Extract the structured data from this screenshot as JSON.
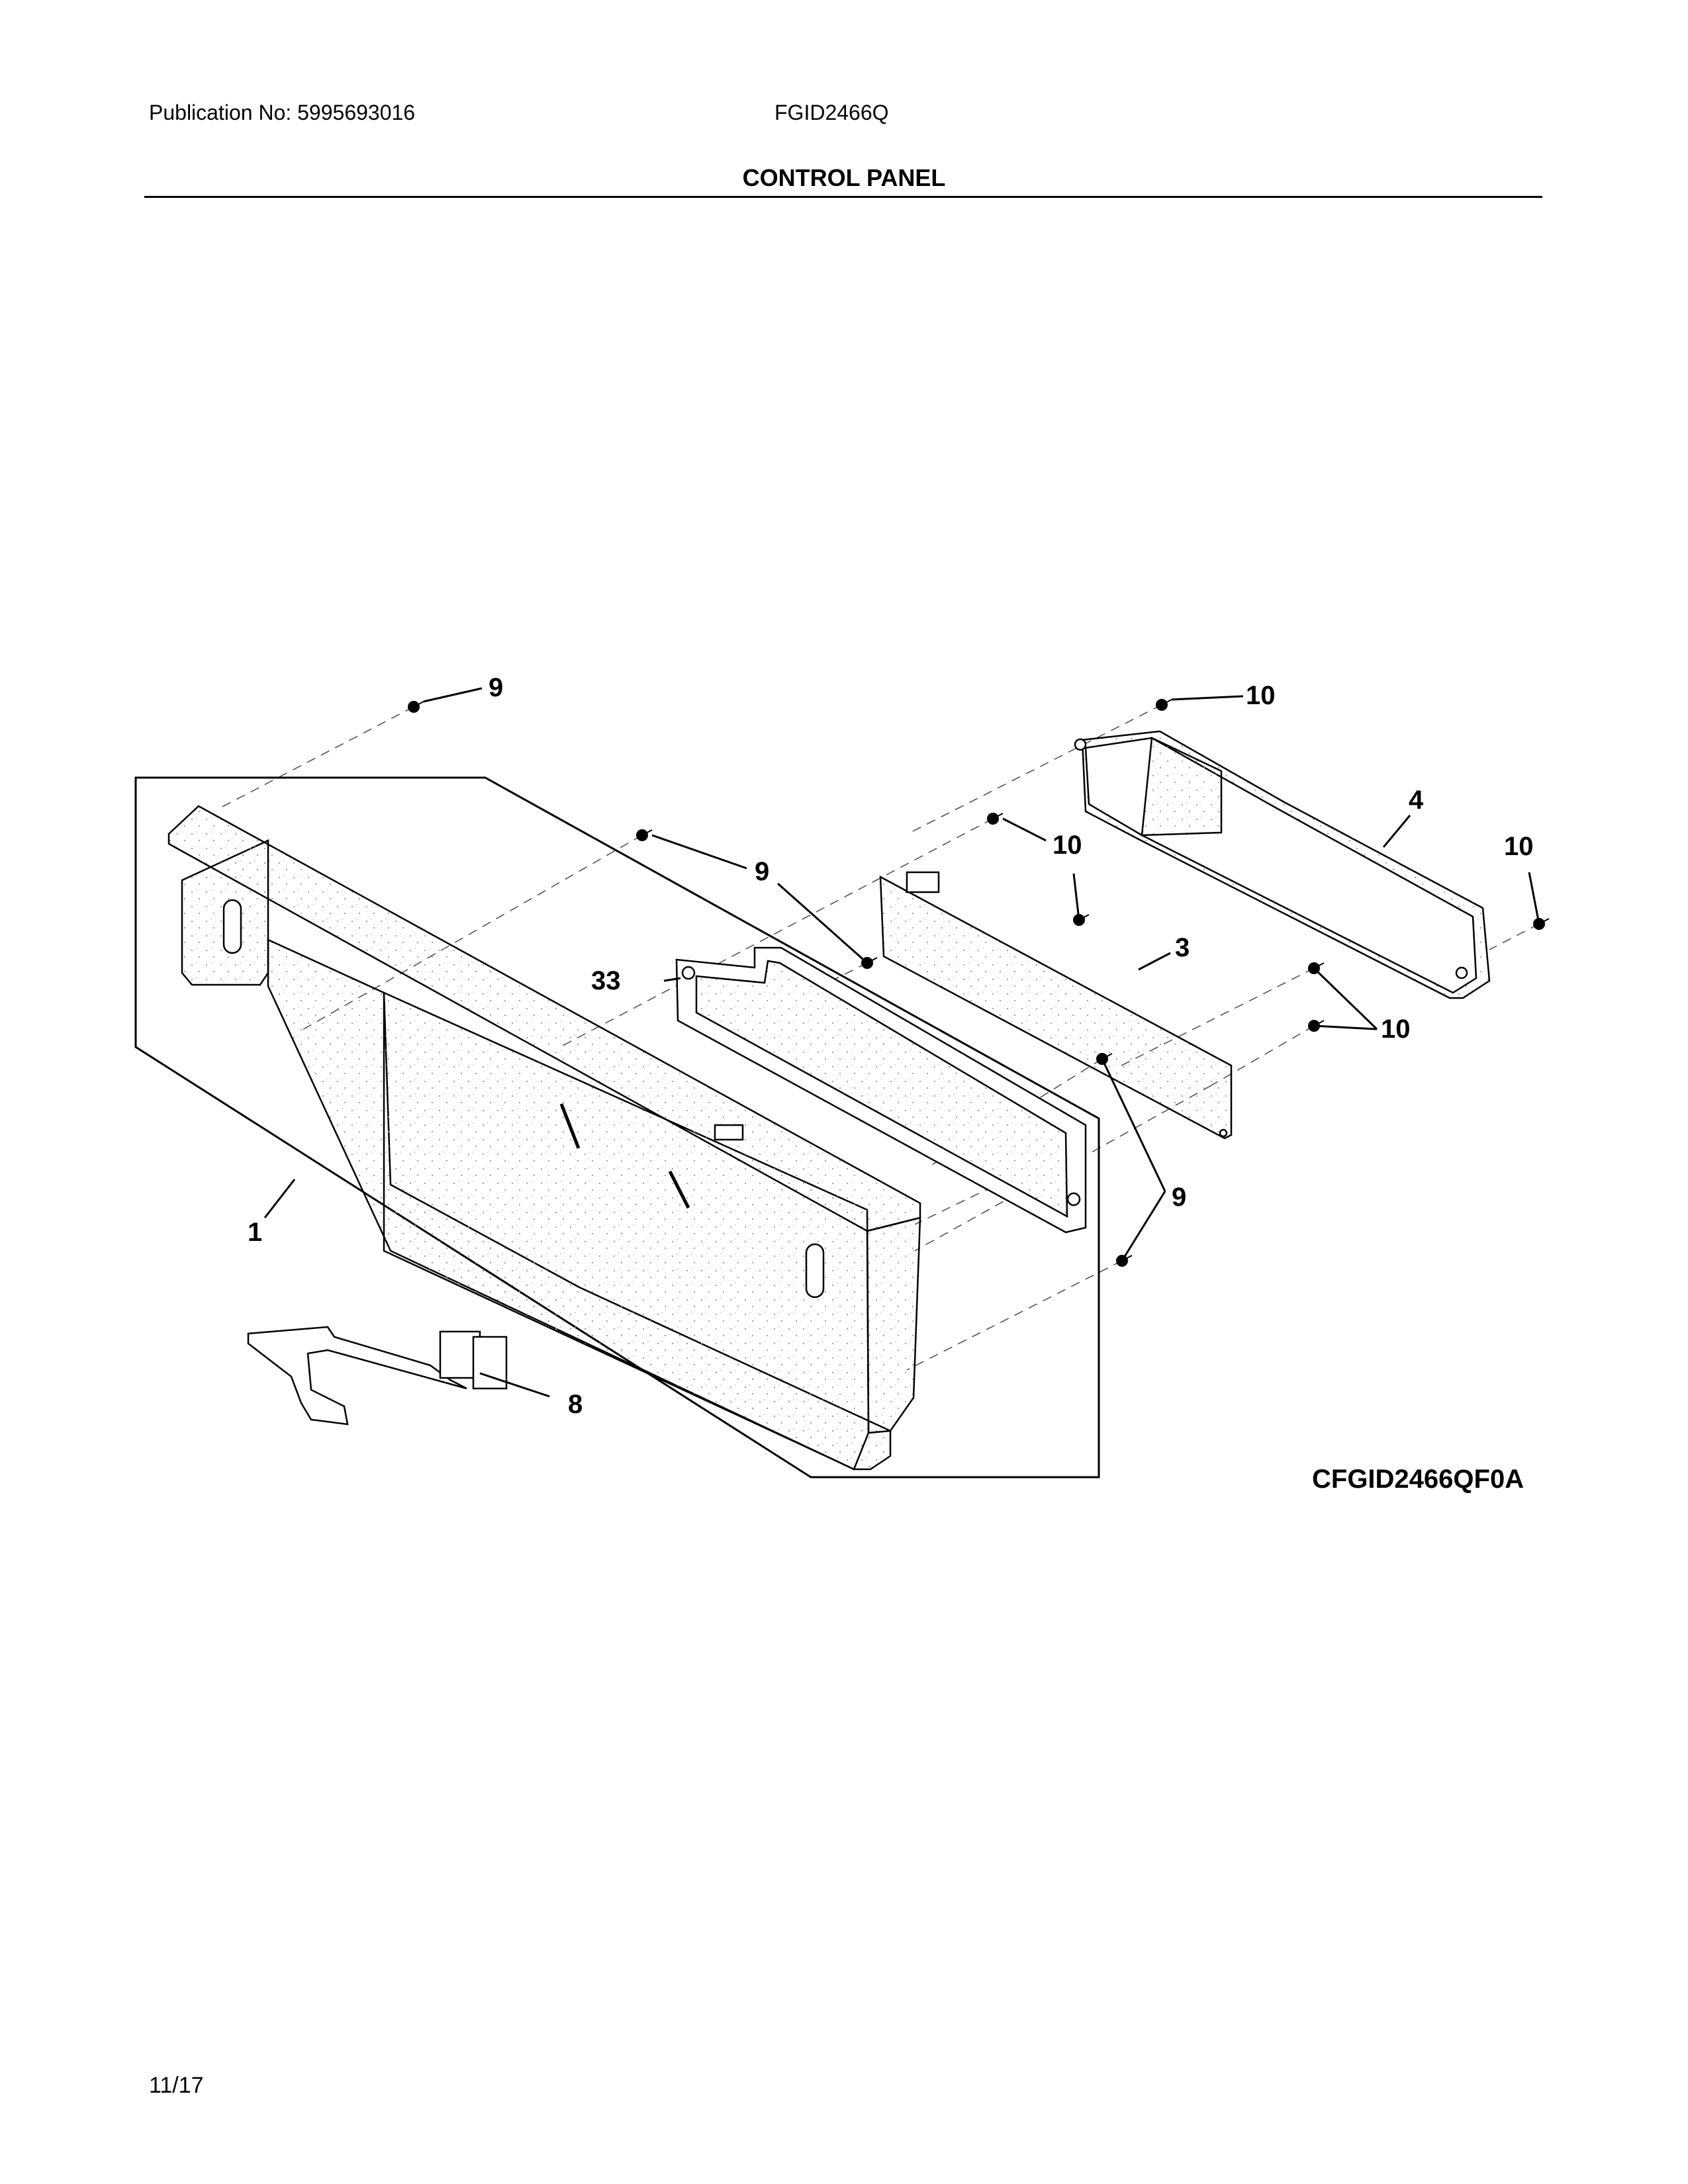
{
  "header": {
    "publication": "Publication No: 5995693016",
    "model": "FGID2466Q",
    "title": "CONTROL PANEL"
  },
  "diagram": {
    "figure_code": "CFGID2466QF0A",
    "callouts": {
      "screw_9_top": "9",
      "screw_9_mid": "9",
      "screw_9_bottom": "9",
      "screw_10_top": "10",
      "screw_10_mid": "10",
      "screw_10_right": "10",
      "screw_10_lower": "10",
      "part_4": "4",
      "part_3": "3",
      "part_33": "33",
      "part_1": "1",
      "part_8": "8"
    }
  },
  "footer": {
    "page": "11/17"
  }
}
